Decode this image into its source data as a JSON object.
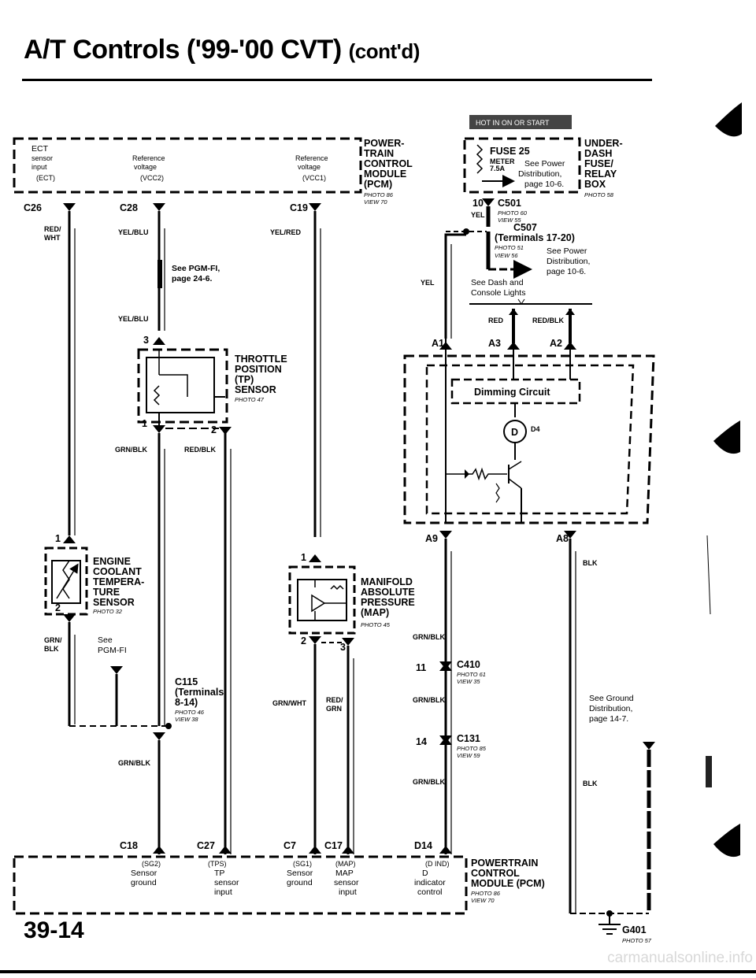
{
  "page": {
    "title": "A/T Controls ('99-'00 CVT)",
    "title_suffix": "(cont'd)",
    "number": "39-14",
    "watermark": "carmanualsonline.info",
    "hot_badge": "HOT IN ON OR START"
  },
  "pcm_top": {
    "label": [
      "POWER-",
      "TRAIN",
      "CONTROL",
      "MODULE",
      "(PCM)"
    ],
    "photo": "PHOTO 86",
    "view": "VIEW 70",
    "pin1": [
      "ECT",
      "sensor",
      "input",
      "(ECT)"
    ],
    "pin2": [
      "Reference",
      "voltage",
      "(VCC2)"
    ],
    "pin3": [
      "Reference",
      "voltage",
      "(VCC1)"
    ],
    "c26": "C26",
    "c28": "C28",
    "c19": "C19"
  },
  "wires": {
    "red_wht": [
      "RED/",
      "WHT"
    ],
    "yel_blu": "YEL/BLU",
    "yel_red": "YEL/RED",
    "see_pgm": [
      "See PGM-FI,",
      "page 24-6."
    ],
    "yel_blu2": "YEL/BLU",
    "grn_blk": "GRN/BLK",
    "red_blk": "RED/BLK",
    "grn_blk2": [
      "GRN/",
      "BLK"
    ],
    "see_pgm_fi": [
      "See",
      "PGM-FI"
    ],
    "grn_blk3": "GRN/BLK",
    "grn_wht": "GRN/WHT",
    "red_grn": [
      "RED/",
      "GRN"
    ],
    "grn_blk_r1": "GRN/BLK",
    "grn_blk_r2": "GRN/BLK",
    "grn_blk_r3": "GRN/BLK",
    "blk1": "BLK",
    "blk2": "BLK",
    "yel1": "YEL",
    "yel2": "YEL",
    "red": "RED",
    "red_blk2": "RED/BLK"
  },
  "tp": {
    "label": [
      "THROTTLE",
      "POSITION",
      "(TP)",
      "SENSOR"
    ],
    "photo": "PHOTO 47",
    "pin3": "3",
    "pin1": "1",
    "pin2": "2"
  },
  "ect": {
    "label": [
      "ENGINE",
      "COOLANT",
      "TEMPERA-",
      "TURE",
      "SENSOR"
    ],
    "photo": "PHOTO 32",
    "pin1": "1",
    "pin2": "2"
  },
  "map": {
    "label": [
      "MANIFOLD",
      "ABSOLUTE",
      "PRESSURE",
      "(MAP)"
    ],
    "photo": "PHOTO 45",
    "pin1": "1",
    "pin2": "2",
    "pin3": "3"
  },
  "c115": {
    "id": "C115",
    "terminals": [
      "(Terminals",
      "8-14)"
    ],
    "photo": "PHOTO 46",
    "view": "VIEW 38"
  },
  "c410": {
    "id": "C410",
    "photo": "PHOTO 61",
    "view": "VIEW 35",
    "pin": "11"
  },
  "c131": {
    "id": "C131",
    "photo": "PHOTO 85",
    "view": "VIEW 59",
    "pin": "14"
  },
  "fuse_box": {
    "fuse": "FUSE 25",
    "amps": [
      "METER",
      "7.5A"
    ],
    "see": [
      "See Power",
      "Distribution,",
      "page 10-6."
    ],
    "label": [
      "UNDER-",
      "DASH",
      "FUSE/",
      "RELAY",
      "BOX"
    ],
    "photo": "PHOTO 58"
  },
  "c501": {
    "id": "C501",
    "pin": "10",
    "photo": "PHOTO 60",
    "view": "VIEW 55"
  },
  "c507": {
    "id": "C507",
    "terminals": "(Terminals 17-20)",
    "photo": "PHOTO 51",
    "view": "VIEW 56"
  },
  "power_dist": [
    "See Power",
    "Distribution,",
    "page 10-6."
  ],
  "dash_lights": [
    "See Dash and",
    "Console Lights"
  ],
  "gauge": {
    "a1": "A1",
    "a3": "A3",
    "a2": "A2",
    "a9": "A9",
    "a8": "A8",
    "dimming": "Dimming Circuit",
    "d4": "D4",
    "d4_letter": "D"
  },
  "ground": {
    "see": [
      "See Ground",
      "Distribution,",
      "page 14-7."
    ],
    "id": "G401",
    "photo": "PHOTO 57"
  },
  "pcm_bottom": {
    "label": [
      "POWERTRAIN",
      "CONTROL",
      "MODULE (PCM)"
    ],
    "photo": "PHOTO 86",
    "view": "VIEW 70",
    "c18": "C18",
    "c27": "C27",
    "c7": "C7",
    "c17": "C17",
    "d14": "D14",
    "pin1": [
      "(SG2)",
      "Sensor",
      "ground"
    ],
    "pin2": [
      "(TPS)",
      "TP",
      "sensor",
      "input"
    ],
    "pin3": [
      "(SG1)",
      "Sensor",
      "ground"
    ],
    "pin4": [
      "(MAP)",
      "MAP",
      "sensor",
      "input"
    ],
    "pin5": [
      "(D IND)",
      "D",
      "indicator",
      "control"
    ]
  },
  "colors": {
    "ink": "#000000",
    "paper": "#ffffff",
    "badge": "#444444"
  }
}
